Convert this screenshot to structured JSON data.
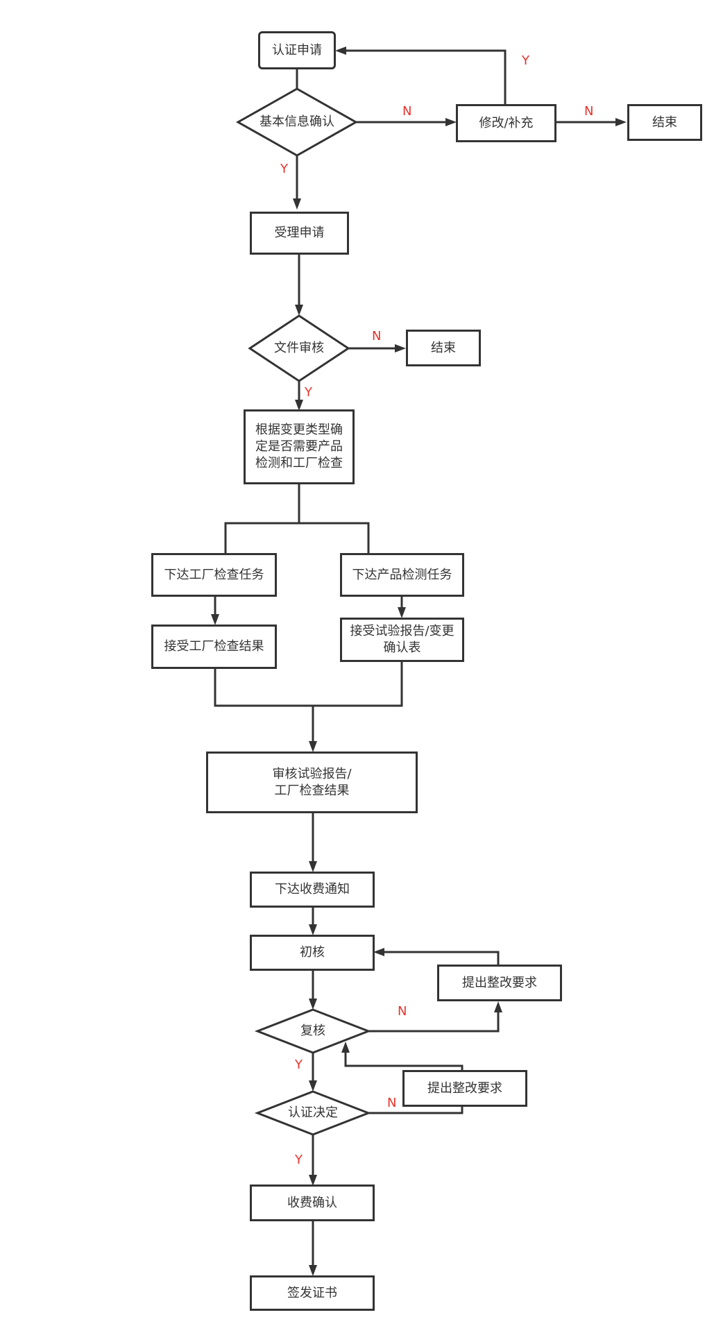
{
  "nodes": {
    "apply": "认证申请",
    "basic_check": "基本信息确认",
    "modify": "修改/补充",
    "end1": "结束",
    "accept": "受理申请",
    "doc_review": "文件审核",
    "end2": "结束",
    "determine": "根据变更类型确定是否需要产品检测和工厂检查",
    "factory_task": "下达工厂检查任务",
    "test_task": "下达产品检测任务",
    "factory_result": "接受工厂检查结果",
    "test_report": "接受试验报告/变更确认表",
    "review_report_l1": "审核试验报告/",
    "review_report_l2": "工厂检查结果",
    "fee_notice": "下达收费通知",
    "initial_review": "初核",
    "rectify1": "提出整改要求",
    "re_review": "复核",
    "rectify2": "提出整改要求",
    "decision": "认证决定",
    "fee_confirm": "收费确认",
    "issue_cert": "签发证书"
  },
  "labels": {
    "y_modify_back": "Y",
    "n_basic": "N",
    "n_modify": "N",
    "y_basic": "Y",
    "n_doc": "N",
    "y_doc": "Y",
    "n_re_review": "N",
    "y_re_review": "Y",
    "n_decision": "N",
    "y_decision": "Y"
  },
  "colors": {
    "line": "#333333",
    "label": "#e8322b"
  }
}
